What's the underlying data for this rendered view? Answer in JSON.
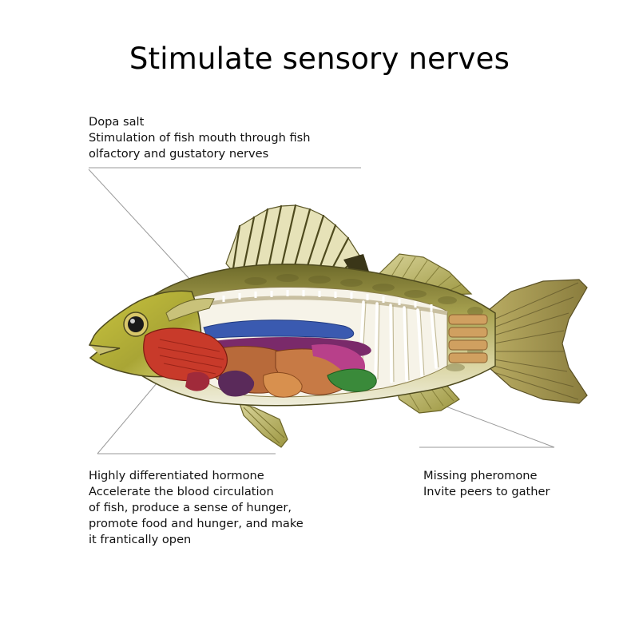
{
  "title": "Stimulate sensory nerves",
  "colors": {
    "fish_body": "#8f8a3a",
    "fish_belly": "#e9e6c6",
    "fins": "#c9c27a",
    "liver": "#b86a3a",
    "gills": "#c83a2a",
    "intestine": "#d89a5a",
    "swim_bladder": "#3a5ab0",
    "leader_lines": "#9a9a9a"
  },
  "callouts": {
    "top": {
      "lines": [
        "Dopa salt",
        "Stimulation of fish mouth through fish",
        "olfactory and gustatory nerves"
      ]
    },
    "bottom_left": {
      "lines": [
        "Highly differentiated hormone",
        "Accelerate the blood circulation",
        "of fish, produce a sense of hunger,",
        "promote food and hunger, and make",
        "it frantically open"
      ]
    },
    "bottom_right": {
      "lines": [
        "Missing pheromone",
        "Invite peers to gather"
      ]
    }
  }
}
